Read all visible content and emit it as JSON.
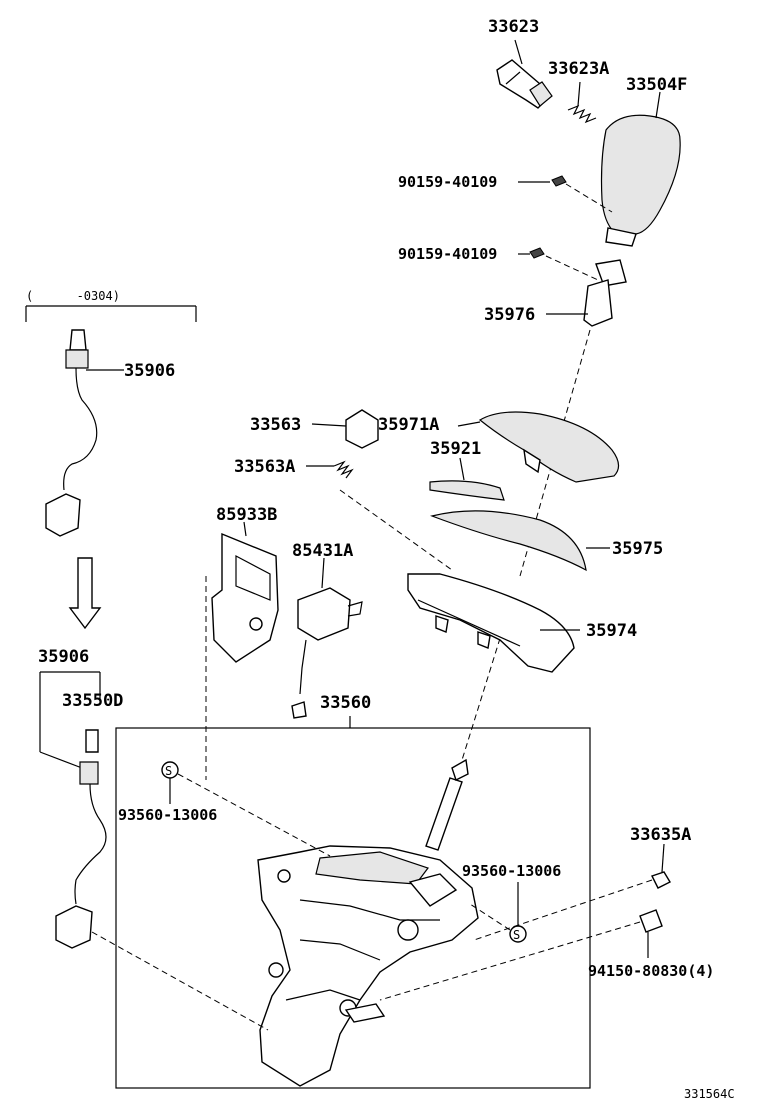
{
  "diagram": {
    "date_note": "(      -0304)",
    "drawing_ref": "331564C",
    "labels": {
      "p33623": "33623",
      "p33623a": "33623A",
      "p33504f": "33504F",
      "p90159_top": "90159-40109",
      "p90159_bot": "90159-40109",
      "p35976": "35976",
      "p35906_top": "35906",
      "p33563": "33563",
      "p35971a": "35971A",
      "p35921": "35921",
      "p33563a": "33563A",
      "p85933b": "85933B",
      "p85431a": "85431A",
      "p35975": "35975",
      "p35974": "35974",
      "p35906_bot": "35906",
      "p33550d": "33550D",
      "p33560": "33560",
      "p93560_left": "93560-13006",
      "p93560_right": "93560-13006",
      "p33635a": "33635A",
      "p94150": "94150-80830(4)"
    },
    "markers": {
      "s_left": "S",
      "s_right": "S"
    }
  }
}
